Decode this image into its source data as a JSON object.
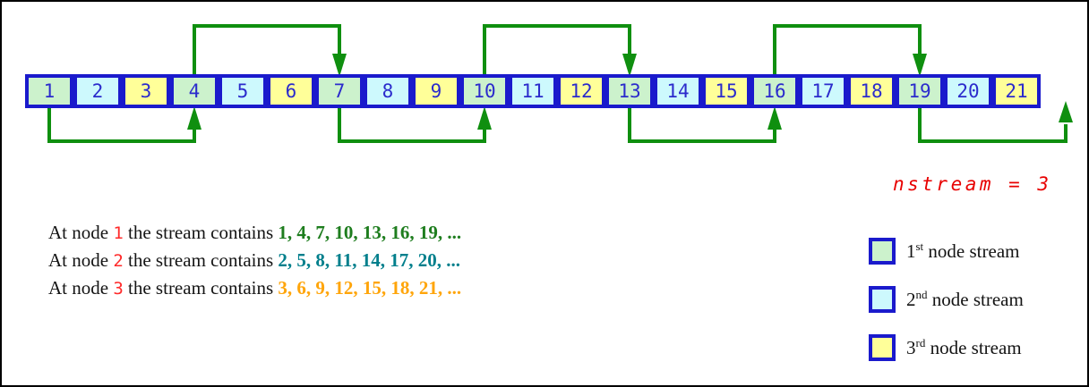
{
  "nodes": {
    "values": [
      "1",
      "2",
      "3",
      "4",
      "5",
      "6",
      "7",
      "8",
      "9",
      "10",
      "11",
      "12",
      "13",
      "14",
      "15",
      "16",
      "17",
      "18",
      "19",
      "20",
      "21"
    ]
  },
  "arrows": {
    "above_pairs": [
      [
        4,
        7
      ],
      [
        10,
        13
      ],
      [
        16,
        19
      ]
    ],
    "below_pairs": [
      [
        1,
        4
      ],
      [
        7,
        10
      ],
      [
        13,
        16
      ]
    ],
    "continuation_from": 19
  },
  "annotation": {
    "nstream_label": "nstream = 3"
  },
  "sentences": [
    {
      "prefix": "At node",
      "node": "1",
      "middle": "the stream contains",
      "values": "1, 4, 7, 10, 13, 16, 19, ...",
      "color_key": "stream1_text"
    },
    {
      "prefix": "At node",
      "node": "2",
      "middle": "the stream contains",
      "values": "2, 5, 8, 11, 14, 17, 20, ...",
      "color_key": "stream2_text"
    },
    {
      "prefix": "At node",
      "node": "3",
      "middle": "the stream contains",
      "values": "3, 6, 9, 12, 15, 18, 21, ...",
      "color_key": "stream3_text"
    }
  ],
  "legend": [
    {
      "num": "1",
      "ordinal": "st",
      "text": " node stream",
      "fill_key": "stream1_fill"
    },
    {
      "num": "2",
      "ordinal": "nd",
      "text": " node stream",
      "fill_key": "stream2_fill"
    },
    {
      "num": "3",
      "ordinal": "rd",
      "text": " node stream",
      "fill_key": "stream3_fill"
    }
  ],
  "colors": {
    "cell_border": "#1a1acc",
    "cell_digit": "#2b2bcc",
    "arrow": "#0f8f0f",
    "red_accent": "#e80000",
    "stream1_fill": "#ccf2cc",
    "stream2_fill": "#cdf9fd",
    "stream3_fill": "#ffff99",
    "stream1_text": "#1e7d1e",
    "stream2_text": "#007f8c",
    "stream3_text": "#ffa50a"
  }
}
